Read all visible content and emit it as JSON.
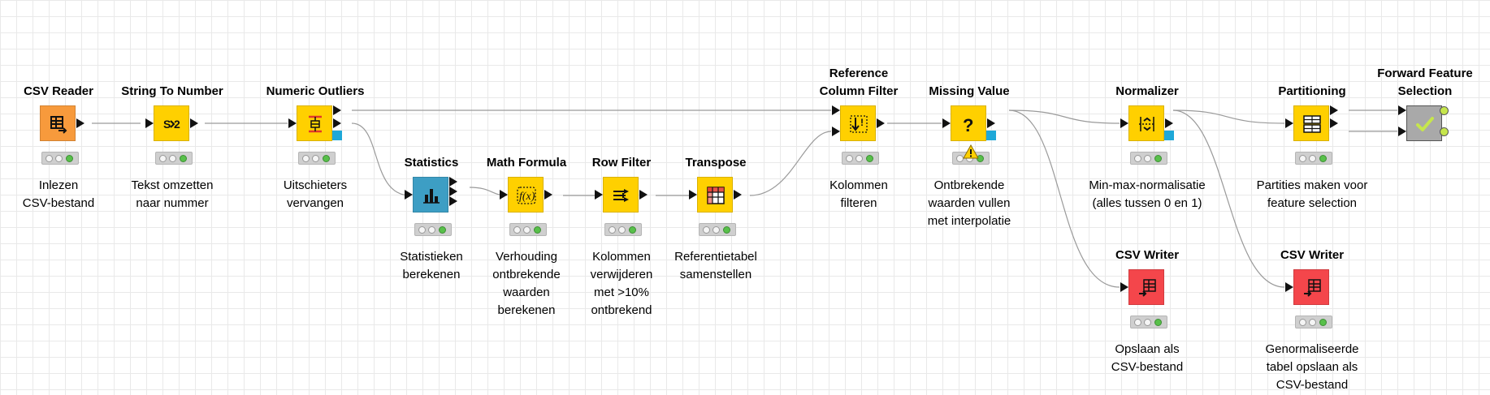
{
  "colors": {
    "source": "#f79a3c",
    "manipulator": "#ffd000",
    "other": "#ffd000",
    "visualizer": "#3d9ec4",
    "sink": "#f4464b",
    "meta": "#a9a9a9",
    "flow_variable_port": "#1ea8d8",
    "status_green": "#58c04a",
    "warning": "#ffd000"
  },
  "nodes": [
    {
      "id": "csv-reader",
      "title": "CSV Reader",
      "icon": "csv-reader-icon",
      "color": "#f79a3c",
      "description": [
        "Inlezen",
        "CSV-bestand"
      ]
    },
    {
      "id": "string-to-number",
      "title": "String To Number",
      "icon": "string-to-number-icon",
      "color": "#ffd000",
      "description": [
        "Tekst omzetten",
        "naar nummer"
      ]
    },
    {
      "id": "numeric-outliers",
      "title": "Numeric Outliers",
      "icon": "numeric-outliers-icon",
      "color": "#ffd000",
      "description": [
        "Uitschieters",
        "vervangen"
      ]
    },
    {
      "id": "statistics",
      "title": "Statistics",
      "icon": "statistics-icon",
      "color": "#3d9ec4",
      "description": [
        "Statistieken",
        "berekenen"
      ]
    },
    {
      "id": "math-formula",
      "title": "Math Formula",
      "icon": "math-formula-icon",
      "color": "#ffd000",
      "description": [
        "Verhouding",
        "ontbrekende",
        "waarden",
        "berekenen"
      ]
    },
    {
      "id": "row-filter",
      "title": "Row Filter",
      "icon": "row-filter-icon",
      "color": "#ffd000",
      "description": [
        "Kolommen",
        "verwijderen",
        "met >10%",
        "ontbrekend"
      ]
    },
    {
      "id": "transpose",
      "title": "Transpose",
      "icon": "transpose-icon",
      "color": "#ffd000",
      "description": [
        "Referentietabel",
        "samenstellen"
      ]
    },
    {
      "id": "reference-column-filter",
      "title": [
        "Reference",
        "Column Filter"
      ],
      "icon": "reference-column-filter-icon",
      "color": "#ffd000",
      "description": [
        "Kolommen",
        "filteren"
      ]
    },
    {
      "id": "missing-value",
      "title": "Missing Value",
      "icon": "missing-value-icon",
      "color": "#ffd000",
      "description": [
        "Ontbrekende",
        "waarden vullen",
        "met interpolatie"
      ]
    },
    {
      "id": "normalizer",
      "title": "Normalizer",
      "icon": "normalizer-icon",
      "color": "#ffd000",
      "description": [
        "Min-max-normalisatie",
        "(alles tussen 0 en 1)"
      ]
    },
    {
      "id": "csv-writer-1",
      "title": "CSV Writer",
      "icon": "csv-writer-icon",
      "color": "#f4464b",
      "description": [
        "Opslaan als",
        "CSV-bestand"
      ]
    },
    {
      "id": "partitioning",
      "title": "Partitioning",
      "icon": "partitioning-icon",
      "color": "#ffd000",
      "description": [
        "Partities maken voor",
        "feature selection"
      ]
    },
    {
      "id": "csv-writer-2",
      "title": "CSV Writer",
      "icon": "csv-writer-icon",
      "color": "#f4464b",
      "description": [
        "Genormaliseerde",
        "tabel opslaan als",
        "CSV-bestand"
      ]
    },
    {
      "id": "forward-feature-selection",
      "title": [
        "Forward Feature",
        "Selection"
      ],
      "icon": "loop-check-icon",
      "color": "#a9a9a9",
      "description": []
    }
  ]
}
